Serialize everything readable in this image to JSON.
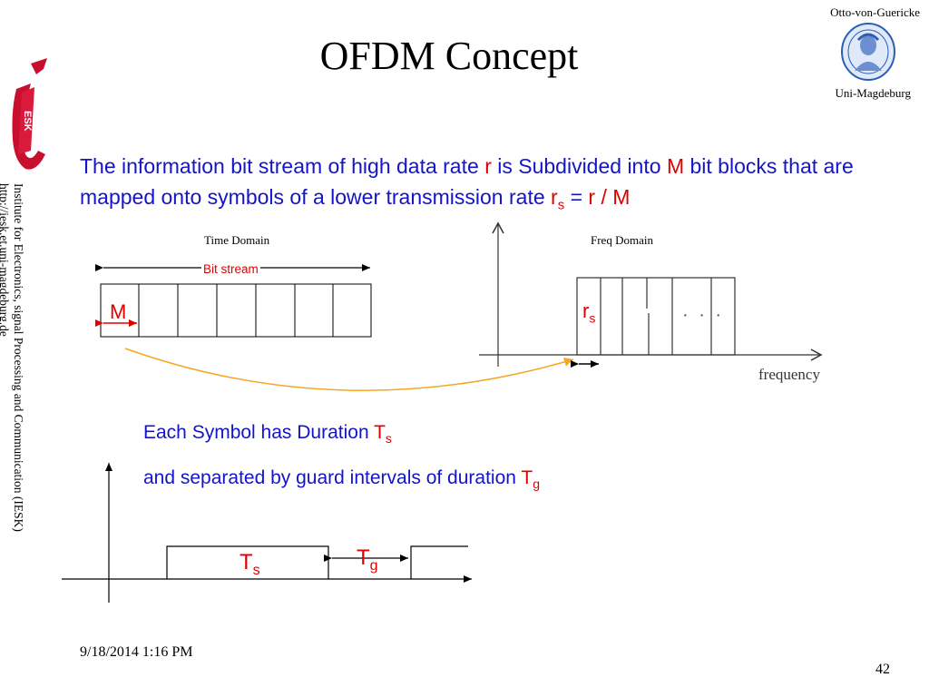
{
  "title": "OFDM Concept",
  "institution": {
    "name_top": "Otto-von-Guericke",
    "name_bottom": "Uni-Magdeburg"
  },
  "sidebar": {
    "institute_name": "Institute for Electronics, signal Processing and Communication (IESK)",
    "institute_url": "http://iesk.et.uni-magdeburg.de",
    "logo_icon": "iesk-logo-icon"
  },
  "intro": {
    "text_1": "The information bit stream of high data rate ",
    "var_r": "r",
    "text_2": " is  Subdivided into ",
    "var_M": "M",
    "text_3": " bit blocks that are mapped onto symbols of a lower transmission rate ",
    "var_rs_main": "r",
    "var_rs_sub": "s",
    "equals": " = ",
    "ratio": "r / M"
  },
  "time_domain": {
    "label": "Time Domain",
    "bit_stream_label": "Bit stream",
    "block_label": "M"
  },
  "freq_domain": {
    "label": "Freq Domain",
    "rs_main": "r",
    "rs_sub": "s",
    "ellipsis": "· · ·",
    "axis_label": "frequency"
  },
  "symbol_info": {
    "line1_text": "Each  Symbol has  Duration ",
    "line1_var_main": "T",
    "line1_var_sub": "s",
    "line2_text": "and separated by guard intervals of duration ",
    "line2_var_main": "T",
    "line2_var_sub": "g"
  },
  "timing_diagram": {
    "ts_main": "T",
    "ts_sub": "s",
    "tg_main": "T",
    "tg_sub": "g"
  },
  "footer": {
    "date": "9/18/2014 1:16 PM",
    "page_number": "42"
  },
  "colors": {
    "text_blue": "#1414c8",
    "accent_red": "#e00000",
    "arrow_orange": "#f5a623",
    "logo_red": "#c8102e"
  }
}
